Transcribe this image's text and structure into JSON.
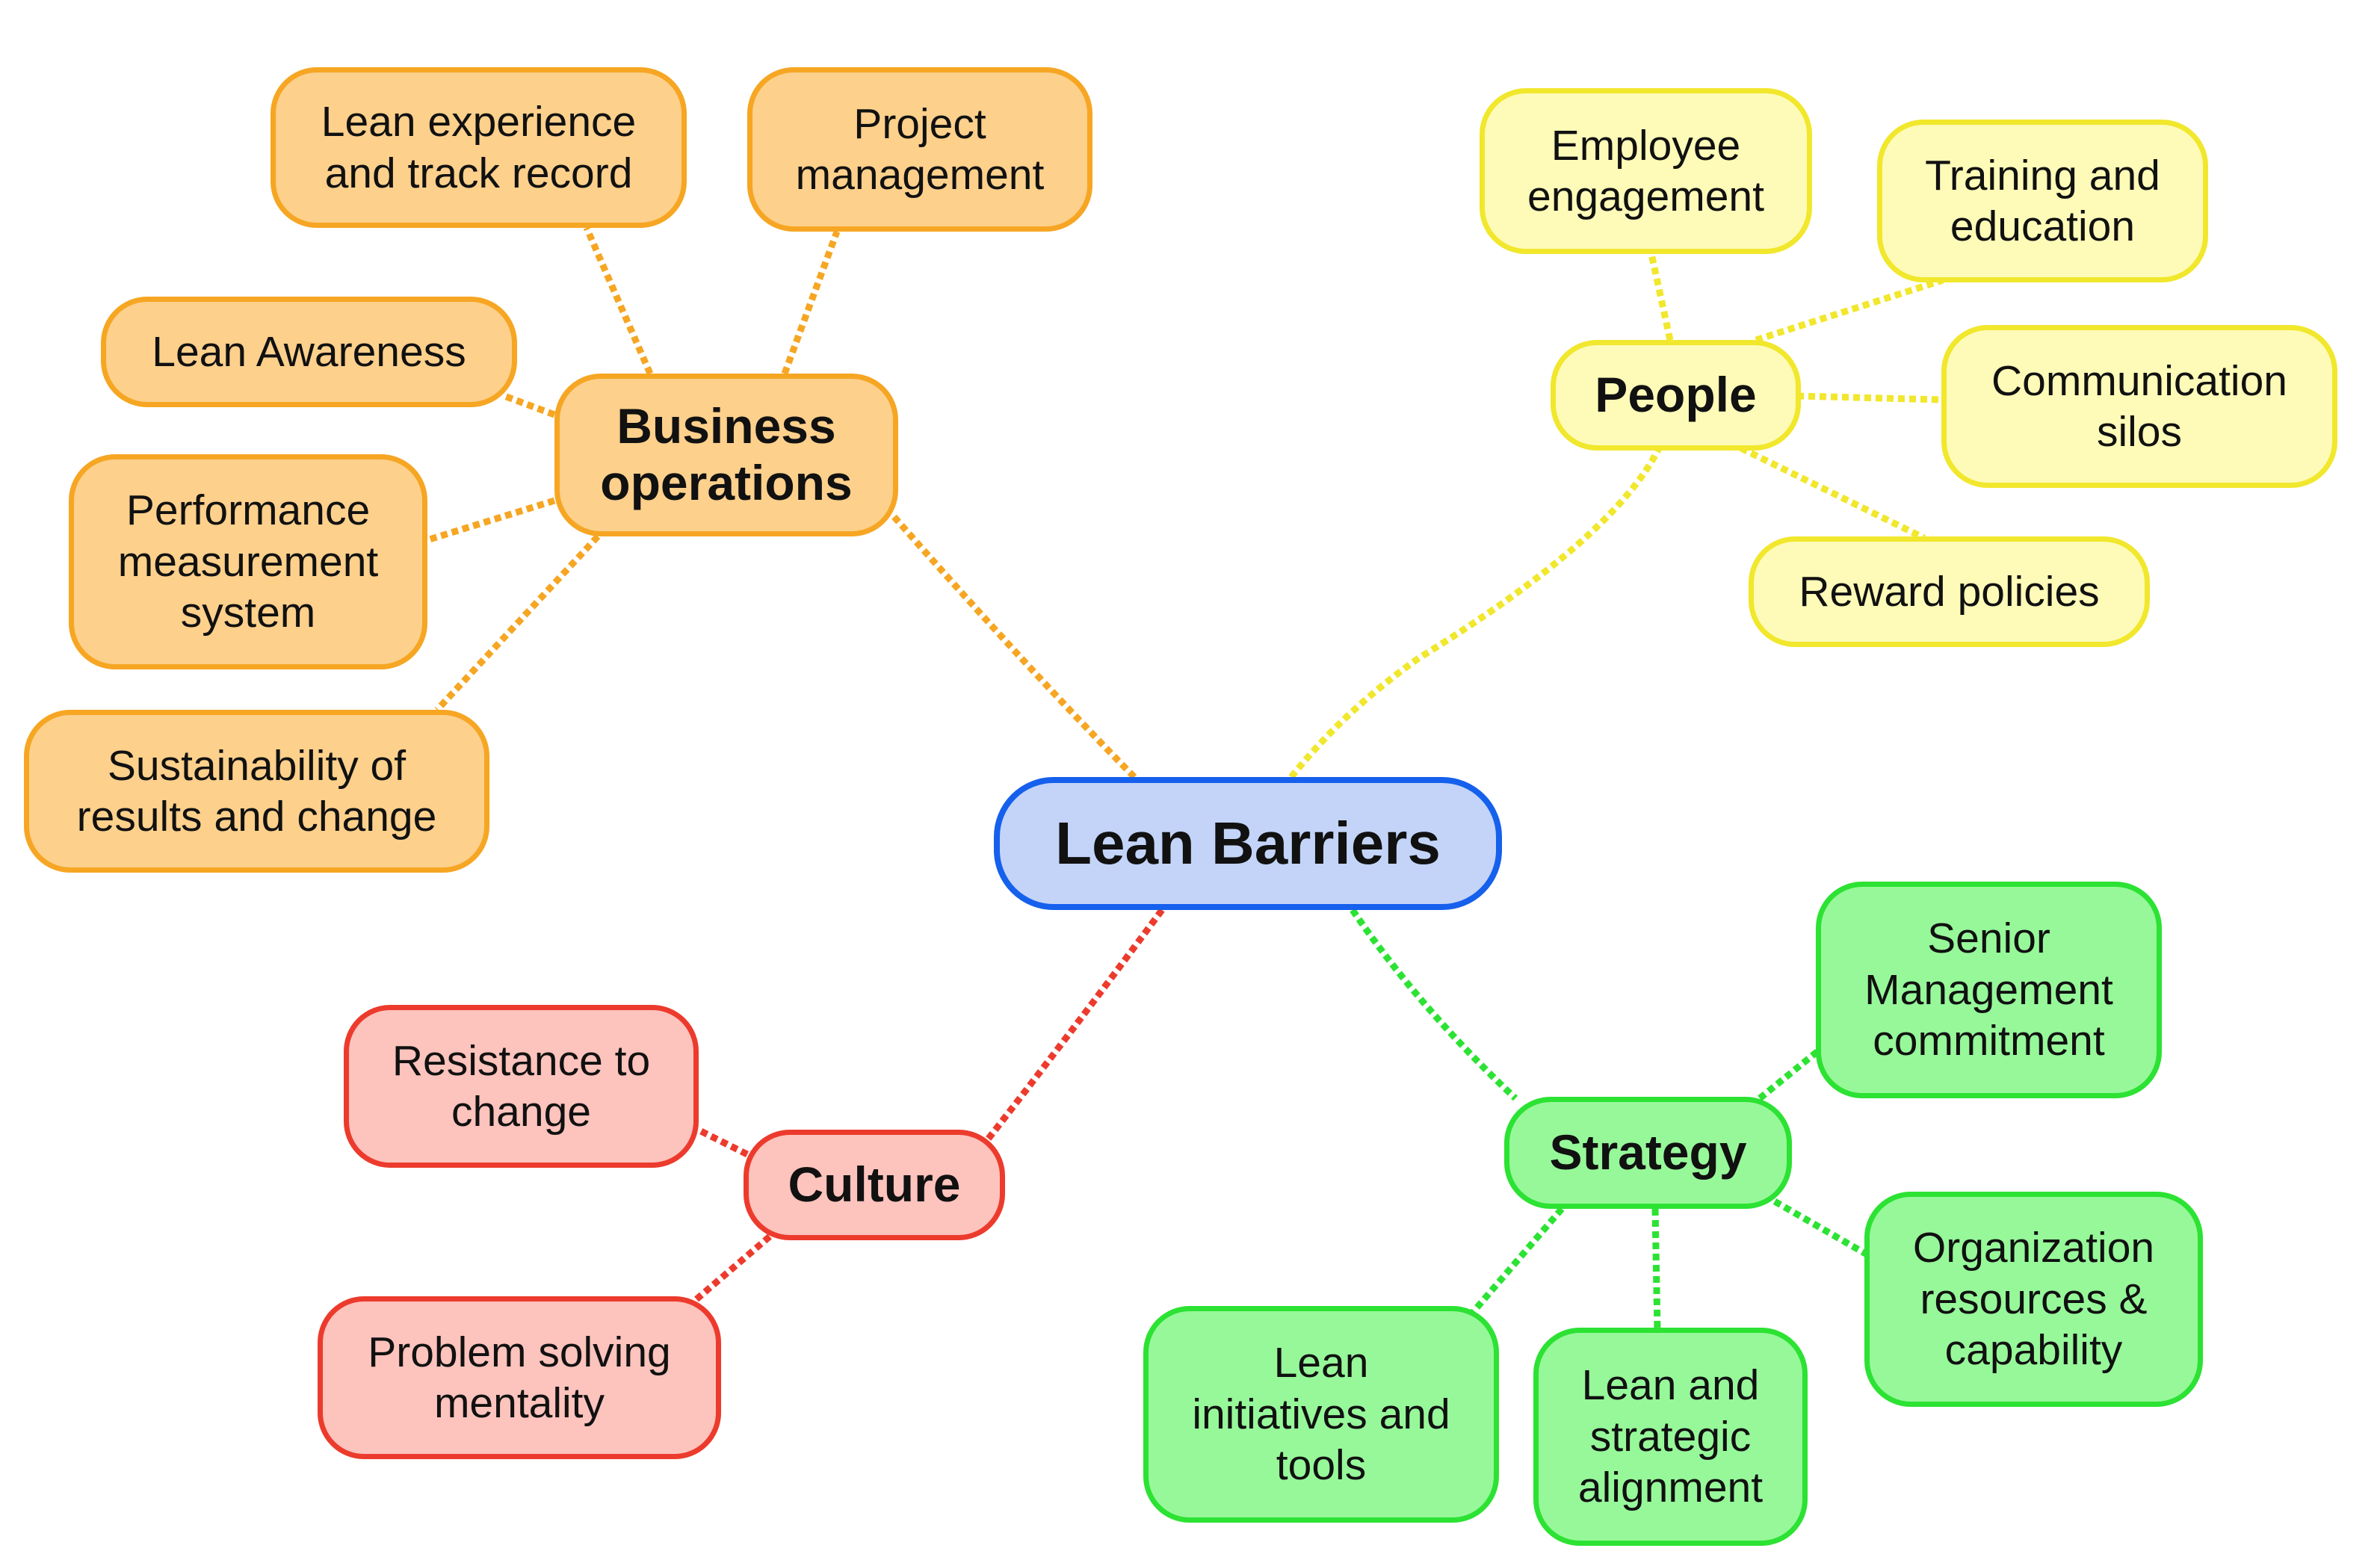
{
  "root": {
    "label": "Lean Barriers"
  },
  "branches": {
    "business_operations": {
      "label": "Business\noperations",
      "color": "#f6a623",
      "children": [
        "Lean experience\nand track record",
        "Project\nmanagement",
        "Lean Awareness",
        "Performance\nmeasurement\nsystem",
        "Sustainability of\nresults and change"
      ]
    },
    "people": {
      "label": "People",
      "color": "#f1e72c",
      "children": [
        "Employee\nengagement",
        "Training and\neducation",
        "Communication\nsilos",
        "Reward policies"
      ]
    },
    "culture": {
      "label": "Culture",
      "color": "#ec3b2d",
      "children": [
        "Resistance to\nchange",
        "Problem solving\nmentality"
      ]
    },
    "strategy": {
      "label": "Strategy",
      "color": "#2ce233",
      "children": [
        "Senior\nManagement\ncommitment",
        "Organization\nresources &\ncapability",
        "Lean and\nstrategic\nalignment",
        "Lean\ninitiatives and\ntools"
      ]
    }
  }
}
